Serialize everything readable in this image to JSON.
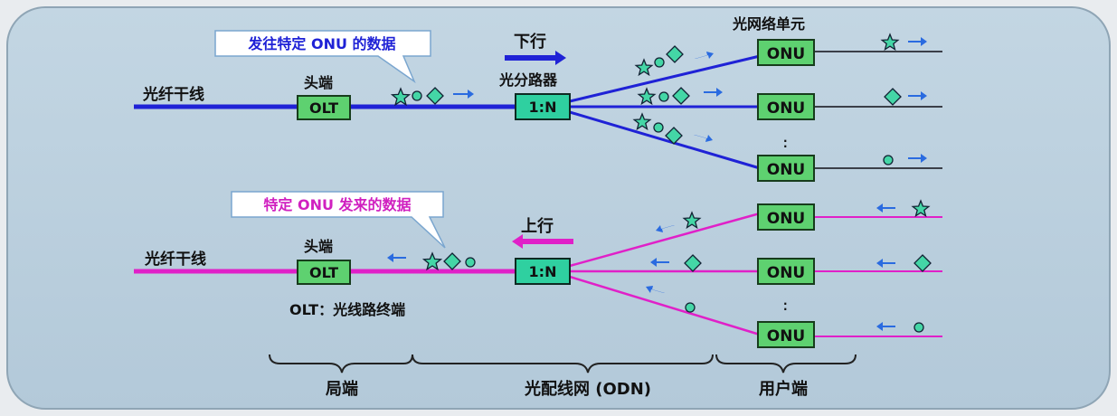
{
  "panel_color": "#b9cfde",
  "colors": {
    "downstream": "#1f22d6",
    "upstream": "#e020c8",
    "box_fill": "#5ed170",
    "splitter_fill": "#2fd0a0",
    "symbol_fill": "#44d6a6",
    "arrow": "#2a6be0",
    "drop_line": "#3b3f48"
  },
  "downstream": {
    "trunk_label": "光纤干线",
    "head_label": "头端",
    "olt_label": "OLT",
    "direction_label": "下行",
    "splitter_title": "光分路器",
    "splitter_label": "1:N",
    "onu_unit_label": "光网络单元",
    "callout": "发往特定 ONU 的数据",
    "onus": [
      "ONU",
      "ONU",
      "ONU"
    ]
  },
  "upstream": {
    "trunk_label": "光纤干线",
    "head_label": "头端",
    "olt_label": "OLT",
    "direction_label": "上行",
    "splitter_label": "1:N",
    "callout": "特定 ONU 发来的数据",
    "olt_note": "OLT：光线路终端",
    "onus": [
      "ONU",
      "ONU",
      "ONU"
    ]
  },
  "sections": {
    "local": "局端",
    "odn": "光配线网 (ODN)",
    "user": "用户端"
  },
  "icons": [
    "star-icon",
    "circle-icon",
    "diamond-icon",
    "arrow-right-icon",
    "arrow-left-icon"
  ]
}
